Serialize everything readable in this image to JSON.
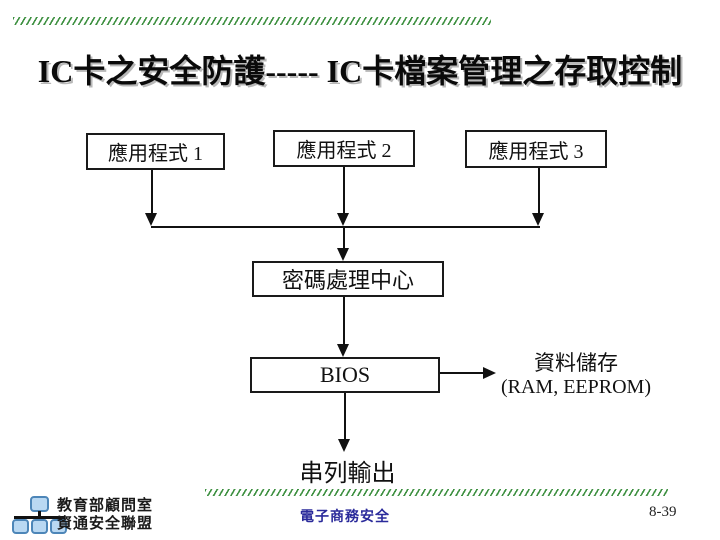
{
  "slide": {
    "title": "IC卡之安全防護----- IC卡檔案管理之存取控制",
    "footer": "電子商務安全",
    "page_number": "8-39"
  },
  "diagram": {
    "apps": [
      {
        "label": "應用程式 1"
      },
      {
        "label": "應用程式 2"
      },
      {
        "label": "應用程式 3"
      }
    ],
    "password_center_label": "密碼處理中心",
    "bios_label": "BIOS",
    "data_storage_line1": "資料儲存",
    "data_storage_line2": "(RAM, EEPROM)",
    "serial_output_label": "串列輸出"
  },
  "logo": {
    "line1": "教育部顧問室",
    "line2": "資通安全聯盟"
  },
  "colors": {
    "hatch_green": "#3f9142",
    "footer_blue": "#2b2b9b",
    "logo_fill": "#b9d8f2",
    "logo_border": "#4d86b8",
    "line_black": "#111111"
  }
}
